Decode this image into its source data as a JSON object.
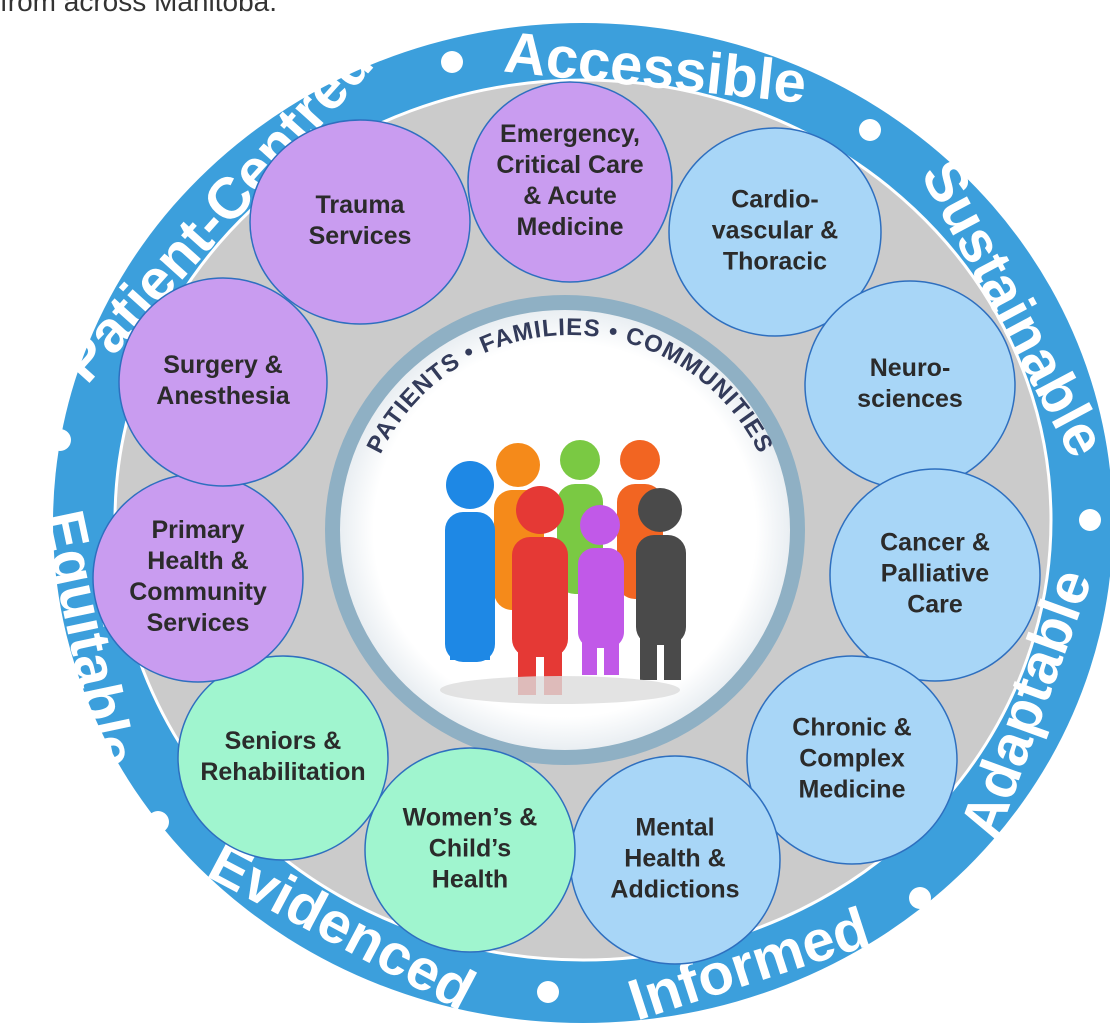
{
  "header_text": "from across Manitoba.",
  "colors": {
    "ring_blue": "#3c9fdc",
    "inner_grey": "#cbcbcb",
    "purple": "#c99cf0",
    "light_blue": "#a8d6f7",
    "mint": "#a0f5cf",
    "center_ring": "#8fb0c4"
  },
  "outer_ring": {
    "values": [
      "Accessible",
      "Sustainable",
      "Adaptable",
      "Informed",
      "Evidenced",
      "Equitable",
      "Patient-Centred"
    ]
  },
  "center": {
    "caption": "PATIENTS • FAMILIES • COMMUNITIES",
    "graphic": "group-of-people-icon"
  },
  "services": [
    {
      "lines": [
        "Emergency,",
        "Critical Care",
        "& Acute",
        "Medicine"
      ],
      "color": "purple"
    },
    {
      "lines": [
        "Cardio-",
        "vascular &",
        "Thoracic"
      ],
      "color": "light_blue"
    },
    {
      "lines": [
        "Neuro-",
        "sciences"
      ],
      "color": "light_blue"
    },
    {
      "lines": [
        "Cancer &",
        "Palliative",
        "Care"
      ],
      "color": "light_blue"
    },
    {
      "lines": [
        "Chronic &",
        "Complex",
        "Medicine"
      ],
      "color": "light_blue"
    },
    {
      "lines": [
        "Mental",
        "Health &",
        "Addictions"
      ],
      "color": "light_blue"
    },
    {
      "lines": [
        "Women’s &",
        "Child’s",
        "Health"
      ],
      "color": "mint"
    },
    {
      "lines": [
        "Seniors &",
        "Rehabilitation"
      ],
      "color": "mint"
    },
    {
      "lines": [
        "Primary",
        "Health &",
        "Community",
        "Services"
      ],
      "color": "purple"
    },
    {
      "lines": [
        "Surgery &",
        "Anesthesia"
      ],
      "color": "purple"
    },
    {
      "lines": [
        "Trauma",
        "Services"
      ],
      "color": "purple"
    }
  ]
}
